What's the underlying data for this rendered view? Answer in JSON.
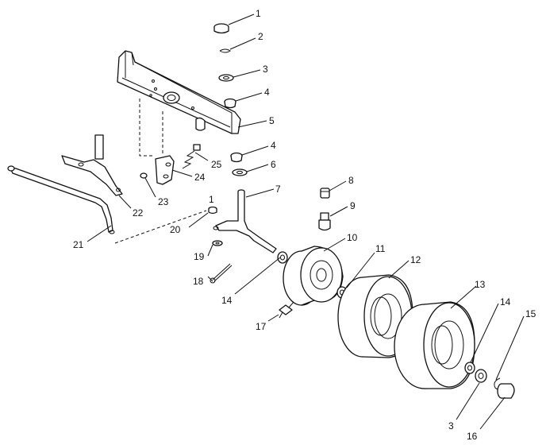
{
  "callouts": [
    {
      "id": "c1",
      "label": "1"
    },
    {
      "id": "c2",
      "label": "2"
    },
    {
      "id": "c3a",
      "label": "3"
    },
    {
      "id": "c4a",
      "label": "4"
    },
    {
      "id": "c5",
      "label": "5"
    },
    {
      "id": "c4b",
      "label": "4"
    },
    {
      "id": "c6",
      "label": "6"
    },
    {
      "id": "c7",
      "label": "7"
    },
    {
      "id": "c8",
      "label": "8"
    },
    {
      "id": "c9",
      "label": "9"
    },
    {
      "id": "c10",
      "label": "10"
    },
    {
      "id": "c11",
      "label": "11"
    },
    {
      "id": "c12",
      "label": "12"
    },
    {
      "id": "c13",
      "label": "13"
    },
    {
      "id": "c14a",
      "label": "14"
    },
    {
      "id": "c15",
      "label": "15"
    },
    {
      "id": "c14b",
      "label": "14"
    },
    {
      "id": "c3b",
      "label": "3"
    },
    {
      "id": "c16",
      "label": "16"
    },
    {
      "id": "c17",
      "label": "17"
    },
    {
      "id": "c18",
      "label": "18"
    },
    {
      "id": "c19",
      "label": "19"
    },
    {
      "id": "c20",
      "label": "20"
    },
    {
      "id": "c1b",
      "label": "1"
    },
    {
      "id": "c21",
      "label": "21"
    },
    {
      "id": "c22",
      "label": "22"
    },
    {
      "id": "c23",
      "label": "23"
    },
    {
      "id": "c24",
      "label": "24"
    },
    {
      "id": "c25",
      "label": "25"
    }
  ]
}
